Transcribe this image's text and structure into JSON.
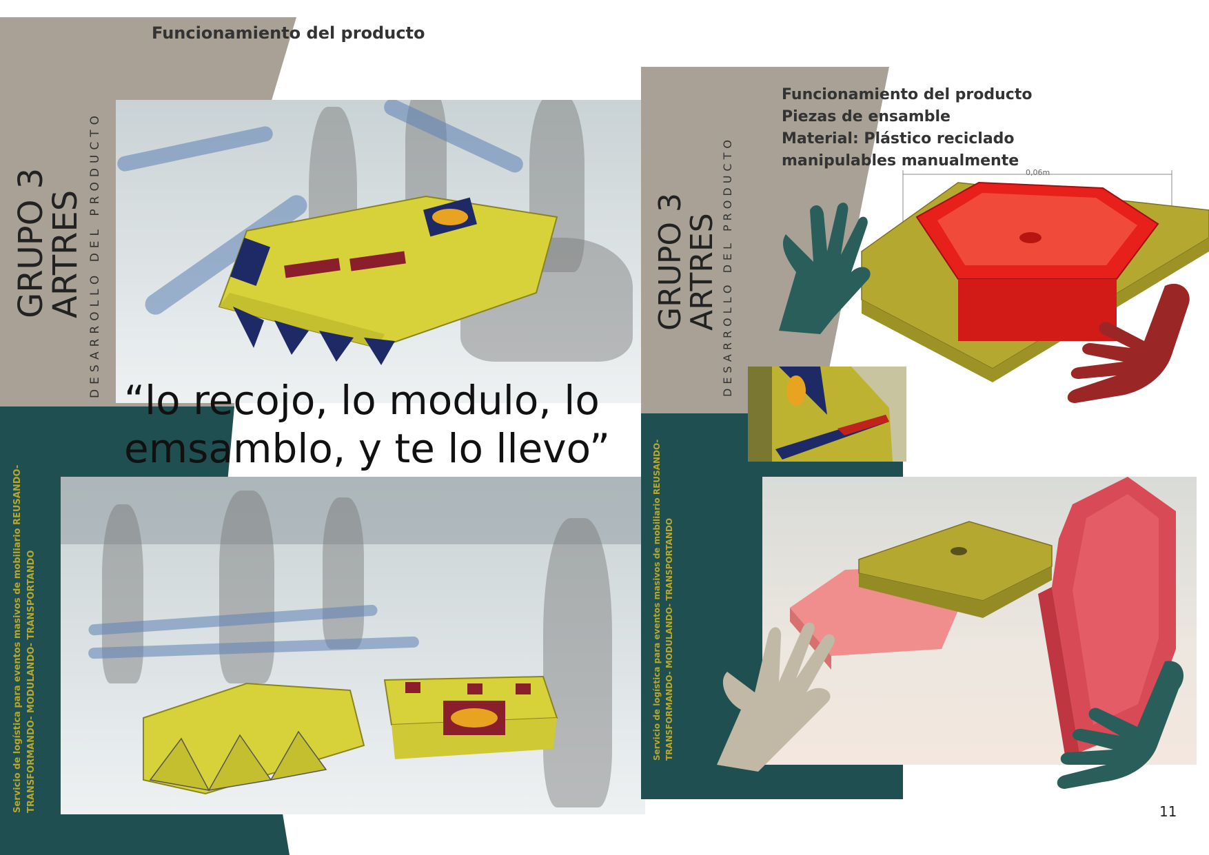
{
  "left_panel": {
    "heading": "Funcionamiento del producto",
    "brand_line1": "GRUPO 3",
    "brand_line2": "ARTRES",
    "subtitle": "DESARROLLO DEL PRODUCTO",
    "service_line1": "Servicio de logística para eventos masivos de mobiliario REUSANDO-",
    "service_line2": "TRANSFORMANDO- MODULANDO- TRANSPORTANDO"
  },
  "quote": {
    "line1": "“lo recojo, lo modulo, lo",
    "line2": "emsamblo, y te lo llevo”"
  },
  "right_panel": {
    "brand_line1": "GRUPO 3",
    "brand_line2": "ARTRES",
    "subtitle": "DESARROLLO DEL PRODUCTO",
    "service_line1": "Servicio de logística para eventos masivos de mobiliario REUSANDO-",
    "service_line2": "TRANSFORMANDO- MODULANDO- TRANSPORTANDO",
    "spec_lines": [
      "Funcionamiento del producto",
      "Piezas de ensamble",
      "Material: Plástico reciclado",
      "manipulables manualmente"
    ],
    "dimension_label": "0,06m"
  },
  "page_number": "11",
  "colors": {
    "taupe": "#a9a195",
    "teal": "#1f4f50",
    "olive": "#b4a830",
    "red": "#e8201c",
    "dark_red": "#9a2626",
    "hand_teal": "#2a5e5a",
    "hand_beige": "#c2b8a6"
  }
}
